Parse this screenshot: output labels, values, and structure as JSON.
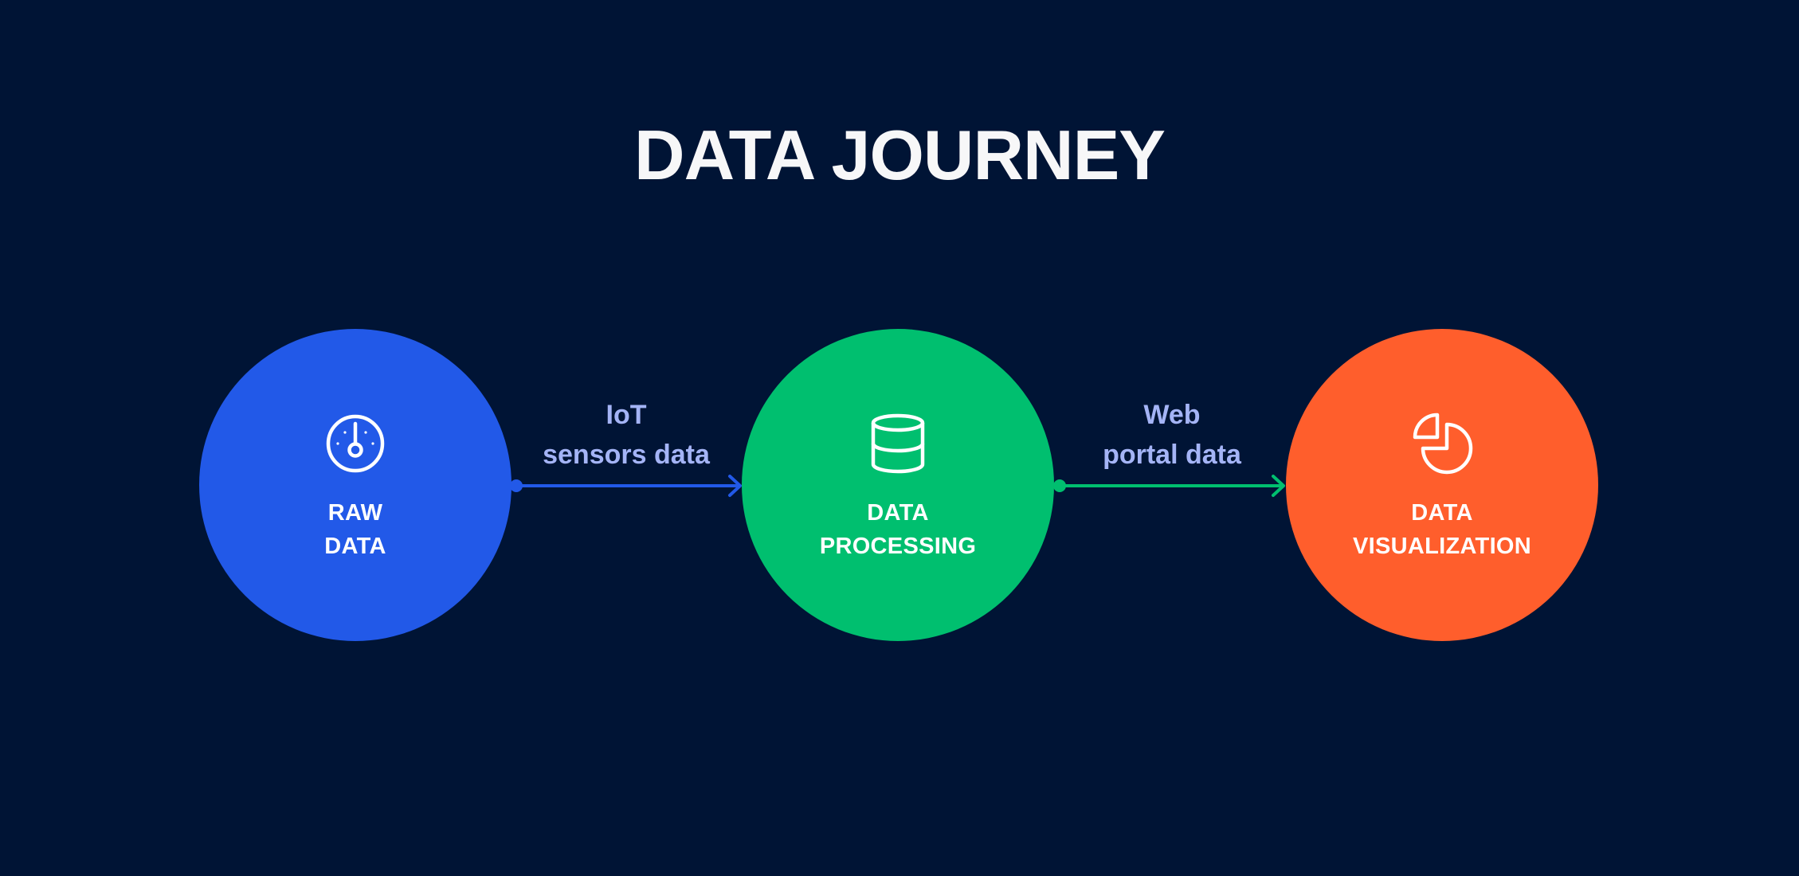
{
  "title": "DATA JOURNEY",
  "colors": {
    "background": "#001435",
    "title": "#F7F7F8",
    "connector_label": "#A4B4F6"
  },
  "nodes": [
    {
      "id": "raw",
      "lines": [
        "RAW",
        "DATA"
      ],
      "icon": "gauge-icon",
      "color": "#2259E8"
    },
    {
      "id": "processing",
      "lines": [
        "DATA",
        "PROCESSING"
      ],
      "icon": "database-icon",
      "color": "#00BF6F"
    },
    {
      "id": "visualization",
      "lines": [
        "DATA",
        "VISUALIZATION"
      ],
      "icon": "pie-chart-icon",
      "color": "#FF5E2C"
    }
  ],
  "connectors": [
    {
      "from": "raw",
      "to": "processing",
      "lines": [
        "IoT",
        "sensors data"
      ],
      "color": "#2259E8"
    },
    {
      "from": "processing",
      "to": "visualization",
      "lines": [
        "Web",
        "portal data"
      ],
      "color": "#00BF6F"
    }
  ]
}
